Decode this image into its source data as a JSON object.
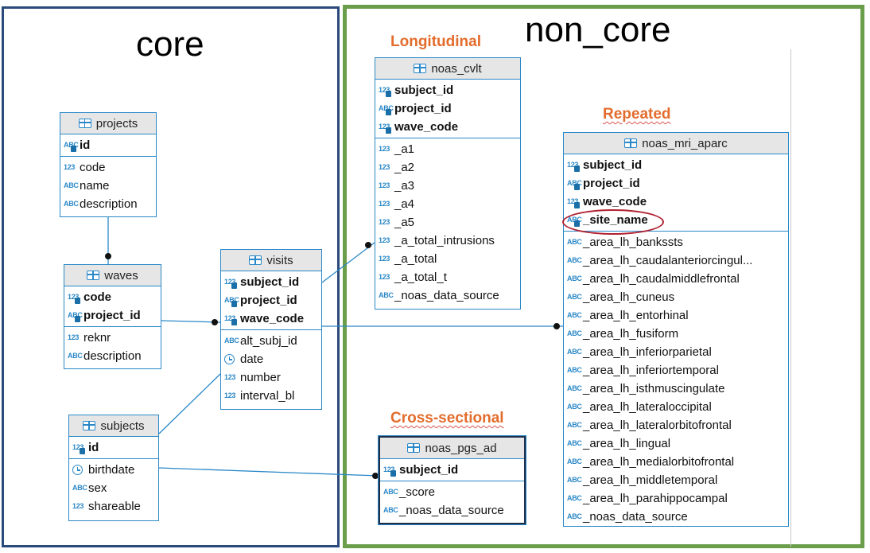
{
  "regions": {
    "core": "core",
    "non_core": "non_core"
  },
  "section_labels": {
    "longitudinal": "Longitudinal",
    "repeated": "Repeated",
    "cross_sectional": "Cross-sectional"
  },
  "tables": {
    "projects": {
      "name": "projects",
      "keys": [
        {
          "icon": "ABC",
          "name": "id"
        }
      ],
      "cols": [
        {
          "icon": "123",
          "name": "code"
        },
        {
          "icon": "ABC",
          "name": "name"
        },
        {
          "icon": "ABC",
          "name": "description"
        }
      ]
    },
    "waves": {
      "name": "waves",
      "keys": [
        {
          "icon": "123",
          "name": "code"
        },
        {
          "icon": "ABC",
          "name": "project_id"
        }
      ],
      "cols": [
        {
          "icon": "123",
          "name": "reknr"
        },
        {
          "icon": "ABC",
          "name": "description"
        }
      ]
    },
    "subjects": {
      "name": "subjects",
      "keys": [
        {
          "icon": "123",
          "name": "id"
        }
      ],
      "cols": [
        {
          "icon": "clock",
          "name": "birthdate"
        },
        {
          "icon": "ABC",
          "name": "sex"
        },
        {
          "icon": "123",
          "name": "shareable"
        }
      ]
    },
    "visits": {
      "name": "visits",
      "keys": [
        {
          "icon": "123",
          "name": "subject_id"
        },
        {
          "icon": "ABC",
          "name": "project_id"
        },
        {
          "icon": "123",
          "name": "wave_code"
        }
      ],
      "cols": [
        {
          "icon": "ABC",
          "name": "alt_subj_id"
        },
        {
          "icon": "clock",
          "name": "date"
        },
        {
          "icon": "123",
          "name": "number"
        },
        {
          "icon": "123",
          "name": "interval_bl"
        }
      ]
    },
    "noas_cvlt": {
      "name": "noas_cvlt",
      "keys": [
        {
          "icon": "123",
          "name": "subject_id"
        },
        {
          "icon": "ABC",
          "name": "project_id"
        },
        {
          "icon": "123",
          "name": "wave_code"
        }
      ],
      "cols": [
        {
          "icon": "123",
          "name": "_a1"
        },
        {
          "icon": "123",
          "name": "_a2"
        },
        {
          "icon": "123",
          "name": "_a3"
        },
        {
          "icon": "123",
          "name": "_a4"
        },
        {
          "icon": "123",
          "name": "_a5"
        },
        {
          "icon": "123",
          "name": "_a_total_intrusions"
        },
        {
          "icon": "123",
          "name": "_a_total"
        },
        {
          "icon": "123",
          "name": "_a_total_t"
        },
        {
          "icon": "ABC",
          "name": "_noas_data_source"
        }
      ]
    },
    "noas_mri_aparc": {
      "name": "noas_mri_aparc",
      "keys": [
        {
          "icon": "123",
          "name": "subject_id"
        },
        {
          "icon": "ABC",
          "name": "project_id"
        },
        {
          "icon": "123",
          "name": "wave_code"
        },
        {
          "icon": "ABC",
          "name": "_site_name"
        }
      ],
      "cols": [
        {
          "icon": "ABC",
          "name": "_area_lh_bankssts"
        },
        {
          "icon": "ABC",
          "name": "_area_lh_caudalanteriorcingul..."
        },
        {
          "icon": "ABC",
          "name": "_area_lh_caudalmiddlefrontal"
        },
        {
          "icon": "ABC",
          "name": "_area_lh_cuneus"
        },
        {
          "icon": "ABC",
          "name": "_area_lh_entorhinal"
        },
        {
          "icon": "ABC",
          "name": "_area_lh_fusiform"
        },
        {
          "icon": "ABC",
          "name": "_area_lh_inferiorparietal"
        },
        {
          "icon": "ABC",
          "name": "_area_lh_inferiortemporal"
        },
        {
          "icon": "ABC",
          "name": "_area_lh_isthmuscingulate"
        },
        {
          "icon": "ABC",
          "name": "_area_lh_lateraloccipital"
        },
        {
          "icon": "ABC",
          "name": "_area_lh_lateralorbitofrontal"
        },
        {
          "icon": "ABC",
          "name": "_area_lh_lingual"
        },
        {
          "icon": "ABC",
          "name": "_area_lh_medialorbitofrontal"
        },
        {
          "icon": "ABC",
          "name": "_area_lh_middletemporal"
        },
        {
          "icon": "ABC",
          "name": "_area_lh_parahippocampal"
        },
        {
          "icon": "ABC",
          "name": "_noas_data_source"
        }
      ]
    },
    "noas_pgs_ad": {
      "name": "noas_pgs_ad",
      "keys": [
        {
          "icon": "123",
          "name": "subject_id"
        }
      ],
      "cols": [
        {
          "icon": "ABC",
          "name": "_score"
        },
        {
          "icon": "ABC",
          "name": "_noas_data_source"
        }
      ]
    }
  },
  "colors": {
    "core_border": "#2a4a7b",
    "non_core_border": "#6a9e4a",
    "label_orange": "#e36c2c",
    "link_blue": "#2a88c8",
    "highlight_red": "#b02030"
  }
}
